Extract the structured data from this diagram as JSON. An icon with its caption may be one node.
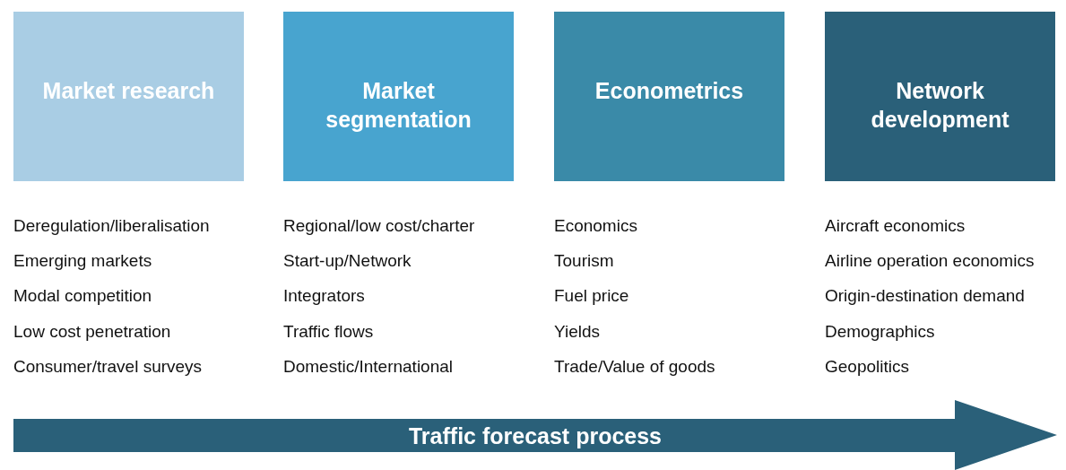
{
  "diagram": {
    "nodes": [
      {
        "text": [
          "Market research"
        ],
        "beside": [
          "Deregulation/liberalisation",
          "Emerging markets",
          "Modal competition",
          "Low cost penetration",
          "Consumer/travel surveys"
        ]
      },
      {
        "text": [
          "Market segmentation"
        ],
        "beside": [
          "Regional/low cost/charter",
          "Start-up/Network",
          "Integrators",
          "Traffic flows",
          "Domestic/International"
        ]
      },
      {
        "text": [
          "Econometrics"
        ],
        "beside": [
          "Economics",
          "Tourism",
          "Fuel price",
          "Yields",
          "Trade/Value of goods"
        ]
      },
      {
        "text": [
          "Network development"
        ],
        "beside": [
          "Aircraft economics",
          "Airline operation economics",
          "Origin-destination demand",
          "Demographics",
          "Geopolitics"
        ]
      },
      {
        "text": [
          "Traffic forecast process"
        ]
      }
    ]
  }
}
